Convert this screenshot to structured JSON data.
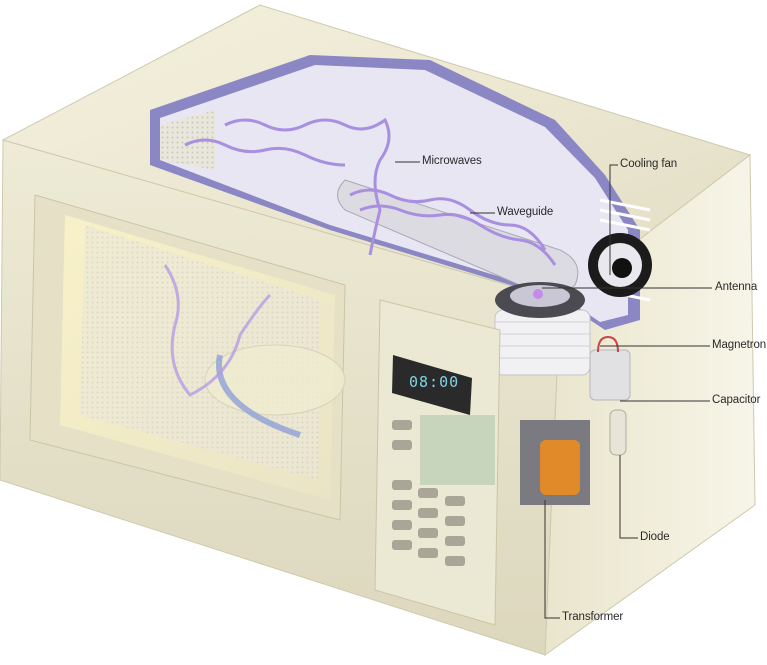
{
  "diagram": {
    "subject": "Microwave oven cutaway",
    "display_time": "08:00",
    "colors": {
      "body": "#ece8d2",
      "body_shadow": "#d6d1b6",
      "interior_lining": "#8b87c4",
      "cavity": "#e6e4f2",
      "wave": "#a98fe0",
      "display_bg": "#2a2a2a",
      "display_text": "#7fd6e6",
      "leader_line": "#333333"
    },
    "labels": [
      {
        "id": "microwaves",
        "text": "Microwaves"
      },
      {
        "id": "waveguide",
        "text": "Waveguide"
      },
      {
        "id": "cooling-fan",
        "text": "Cooling fan"
      },
      {
        "id": "antenna",
        "text": "Antenna"
      },
      {
        "id": "magnetron",
        "text": "Magnetron"
      },
      {
        "id": "capacitor",
        "text": "Capacitor"
      },
      {
        "id": "diode",
        "text": "Diode"
      },
      {
        "id": "transformer",
        "text": "Transformer"
      }
    ]
  }
}
